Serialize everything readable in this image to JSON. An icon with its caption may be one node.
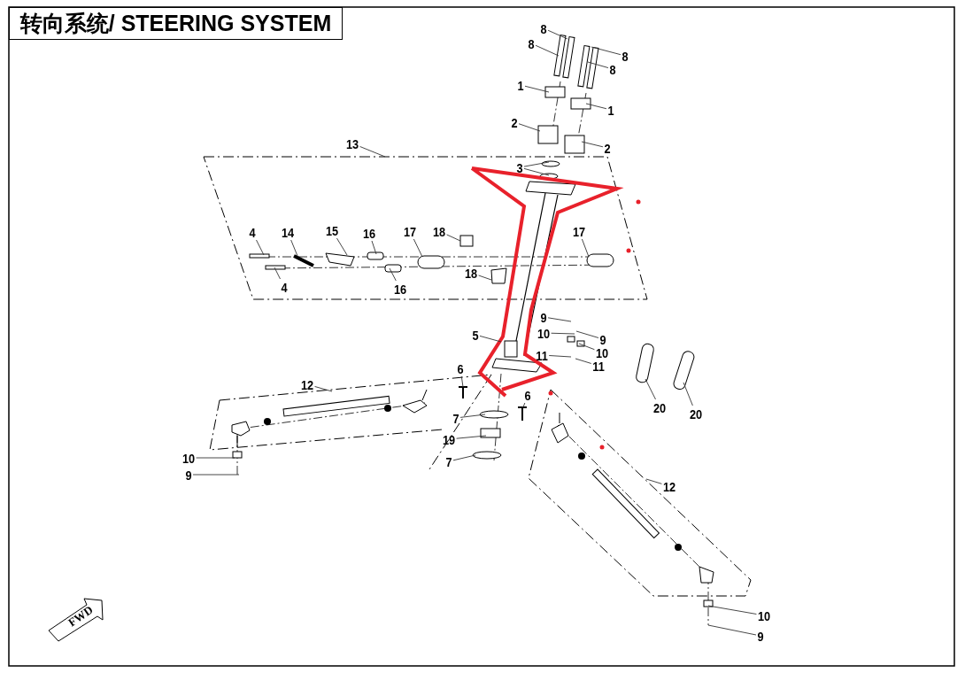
{
  "diagram": {
    "title": "转向系统/ STEERING SYSTEM",
    "nodes": [
      {
        "text": [
          "8"
        ]
      },
      {
        "text": [
          "8"
        ]
      },
      {
        "text": [
          "8"
        ]
      },
      {
        "text": [
          "8"
        ]
      },
      {
        "text": [
          "1"
        ]
      },
      {
        "text": [
          "1"
        ]
      },
      {
        "text": [
          "2"
        ]
      },
      {
        "text": [
          "2"
        ]
      },
      {
        "text": [
          "3"
        ]
      },
      {
        "text": [
          "13"
        ]
      },
      {
        "text": [
          "4"
        ]
      },
      {
        "text": [
          "14"
        ]
      },
      {
        "text": [
          "15"
        ]
      },
      {
        "text": [
          "16"
        ]
      },
      {
        "text": [
          "17"
        ]
      },
      {
        "text": [
          "18"
        ]
      },
      {
        "text": [
          "17"
        ]
      },
      {
        "text": [
          "4"
        ]
      },
      {
        "text": [
          "16"
        ]
      },
      {
        "text": [
          "18"
        ]
      },
      {
        "text": [
          "9"
        ]
      },
      {
        "text": [
          "10"
        ]
      },
      {
        "text": [
          "9"
        ]
      },
      {
        "text": [
          "11"
        ]
      },
      {
        "text": [
          "10"
        ]
      },
      {
        "text": [
          "11"
        ]
      },
      {
        "text": [
          "5"
        ]
      },
      {
        "text": [
          "6"
        ]
      },
      {
        "text": [
          "6"
        ]
      },
      {
        "text": [
          "7"
        ]
      },
      {
        "text": [
          "19"
        ]
      },
      {
        "text": [
          "7"
        ]
      },
      {
        "text": [
          "12"
        ]
      },
      {
        "text": [
          "10"
        ]
      },
      {
        "text": [
          "9"
        ]
      },
      {
        "text": [
          "12"
        ]
      },
      {
        "text": [
          "10"
        ]
      },
      {
        "text": [
          "9"
        ]
      },
      {
        "text": [
          "20"
        ]
      },
      {
        "text": [
          "20"
        ]
      }
    ],
    "edges": [
      {
        "from": 0,
        "to": null,
        "arrow": "none"
      },
      {
        "from": 1,
        "to": null,
        "arrow": "none"
      },
      {
        "from": 2,
        "to": null,
        "arrow": "none"
      },
      {
        "from": 3,
        "to": null,
        "arrow": "none"
      },
      {
        "from": 4,
        "to": null,
        "arrow": "none"
      },
      {
        "from": 5,
        "to": null,
        "arrow": "none"
      },
      {
        "from": 6,
        "to": null,
        "arrow": "none"
      },
      {
        "from": 7,
        "to": null,
        "arrow": "none"
      },
      {
        "from": 8,
        "to": null,
        "arrow": "none"
      },
      {
        "from": 8,
        "to": null,
        "arrow": "none"
      },
      {
        "from": 9,
        "to": null,
        "arrow": "none"
      },
      {
        "from": 10,
        "to": null,
        "arrow": "none"
      },
      {
        "from": 11,
        "to": null,
        "arrow": "none"
      },
      {
        "from": 12,
        "to": null,
        "arrow": "none"
      },
      {
        "from": 13,
        "to": null,
        "arrow": "none"
      },
      {
        "from": 14,
        "to": null,
        "arrow": "none"
      },
      {
        "from": 15,
        "to": null,
        "arrow": "none"
      },
      {
        "from": 16,
        "to": null,
        "arrow": "none"
      },
      {
        "from": 17,
        "to": null,
        "arrow": "none"
      },
      {
        "from": 18,
        "to": null,
        "arrow": "none"
      },
      {
        "from": 19,
        "to": null,
        "arrow": "none"
      },
      {
        "from": 20,
        "to": null,
        "arrow": "none"
      },
      {
        "from": 21,
        "to": null,
        "arrow": "none"
      },
      {
        "from": 22,
        "to": null,
        "arrow": "none"
      },
      {
        "from": 23,
        "to": null,
        "arrow": "none"
      },
      {
        "from": 24,
        "to": null,
        "arrow": "none"
      },
      {
        "from": 25,
        "to": null,
        "arrow": "none"
      },
      {
        "from": 26,
        "to": null,
        "arrow": "none"
      },
      {
        "from": 27,
        "to": null,
        "arrow": "none"
      },
      {
        "from": 28,
        "to": null,
        "arrow": "none"
      },
      {
        "from": 29,
        "to": null,
        "arrow": "none"
      },
      {
        "from": 30,
        "to": null,
        "arrow": "none"
      },
      {
        "from": 31,
        "to": null,
        "arrow": "none"
      },
      {
        "from": 32,
        "to": null,
        "arrow": "none"
      },
      {
        "from": 33,
        "to": null,
        "arrow": "none"
      },
      {
        "from": 34,
        "to": null,
        "arrow": "none"
      },
      {
        "from": 35,
        "to": null,
        "arrow": "none"
      },
      {
        "from": 36,
        "to": null,
        "arrow": "none"
      },
      {
        "from": 37,
        "to": null,
        "arrow": "none"
      },
      {
        "from": 38,
        "to": null,
        "arrow": "none"
      },
      {
        "from": 39,
        "to": null,
        "arrow": "none"
      }
    ],
    "labels": [
      "FWD"
    ]
  }
}
